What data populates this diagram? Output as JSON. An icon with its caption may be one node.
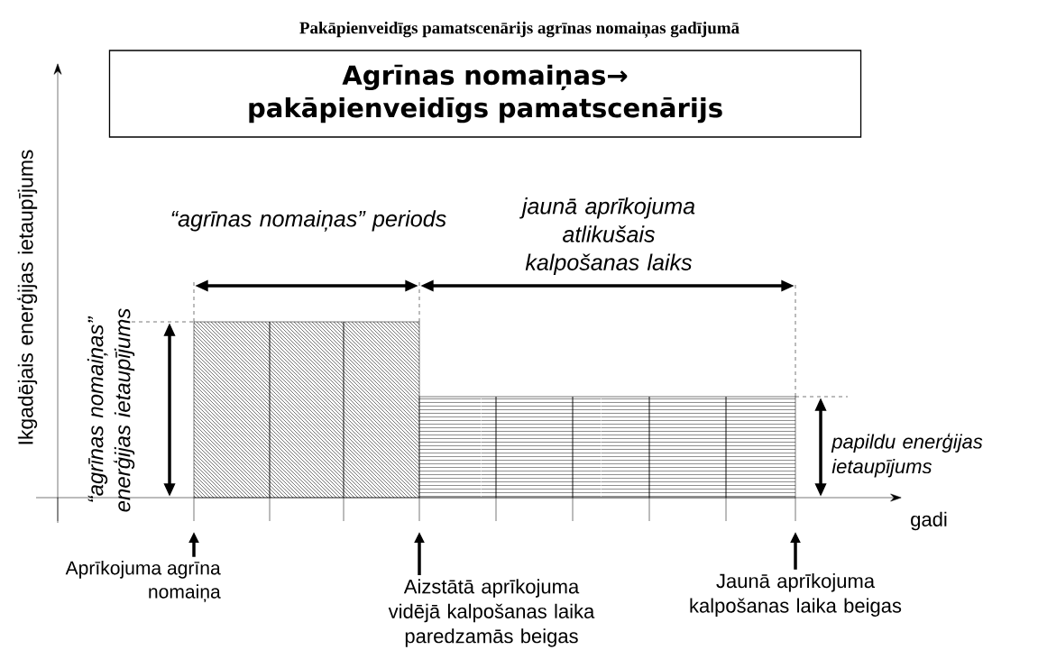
{
  "diagram": {
    "title": "Pakāpienveidīgs pamatscenārijs agrīnas nomaiņas gadījumā",
    "nodes": [
      {
        "text": [
          "Agrīnas nomaiņas→ pakāpienveidīgs pamatscenārijs"
        ]
      },
      {
        "text": [
          "Aprīkojuma agrīna nomaiņa"
        ]
      },
      {
        "text": [
          "Aizstātā aprīkojuma vidējā kalpošanas laika paredzamās beigas"
        ]
      },
      {
        "text": [
          "Jaunā aprīkojuma kalpošanas laika beigas"
        ]
      }
    ],
    "edges": [
      {
        "from": 1,
        "to": null,
        "arrow": "to"
      },
      {
        "from": 2,
        "to": null,
        "arrow": "to"
      },
      {
        "from": 3,
        "to": null,
        "arrow": "to"
      }
    ],
    "labels": [
      "Ikgadējais enerģijas ietaupījums",
      "“agrīnas nomaiņas” periods",
      "jaunā aprīkojuma atlikušais kalpošanas laiks",
      "“agrīnas nomaiņas” enerģijas ietaupījums",
      "papildu enerģijas ietaupījums",
      "gadi"
    ]
  }
}
